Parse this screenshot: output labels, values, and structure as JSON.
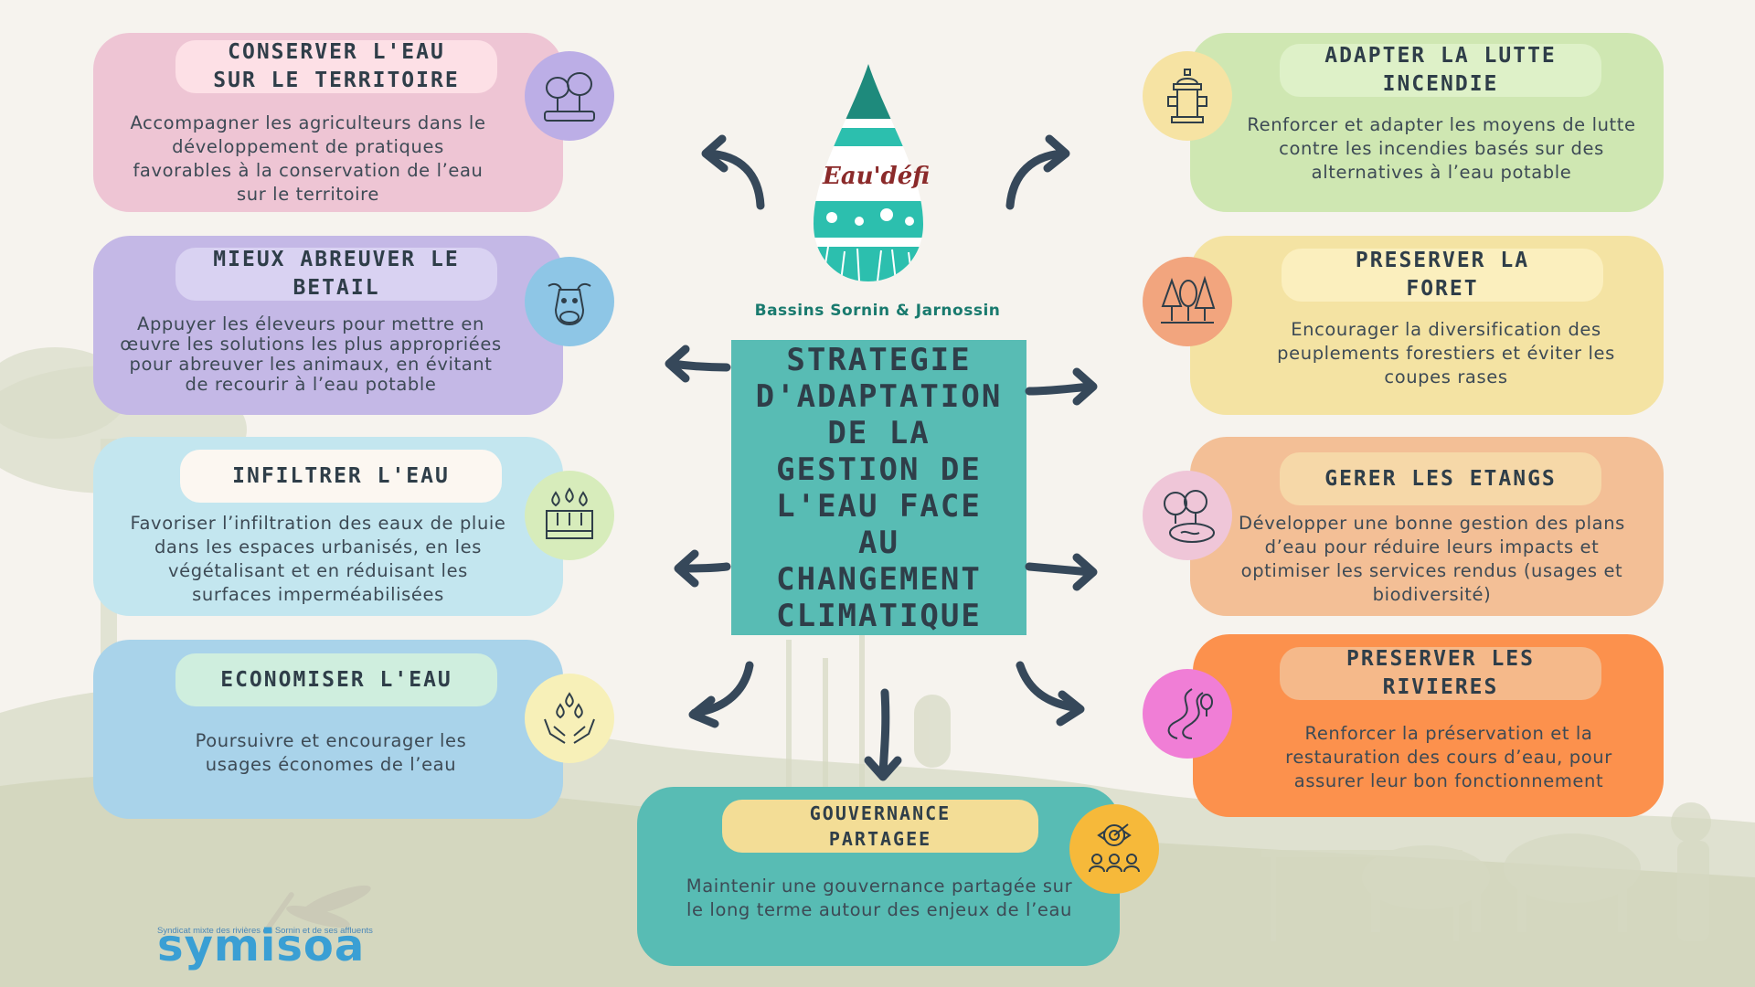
{
  "header": {
    "brand_name": "Eau'défi",
    "basins_label": "Bassins Sornin & Jarnossin"
  },
  "center": {
    "title": "STRATEGIE D'ADAPTATION DE LA GESTION DE L'EAU FACE AU CHANGEMENT CLIMATIQUE"
  },
  "cards": {
    "conserver": {
      "title": "CONSERVER L'EAU\nSUR LE TERRITOIRE",
      "text": "Accompagner les agriculteurs dans le développement de pratiques favorables à la conservation de l’eau sur le territoire",
      "icon": "trees-field-icon"
    },
    "abreuver": {
      "title": "MIEUX ABREUVER LE\nBETAIL",
      "text": "Appuyer les éleveurs pour mettre en œuvre les solutions les plus appropriées pour abreuver les animaux, en évitant de recourir à l’eau potable",
      "icon": "cow-icon"
    },
    "infiltrer": {
      "title": "INFILTRER L'EAU",
      "text": "Favoriser l’infiltration des eaux de pluie dans les espaces urbanisés, en les végétalisant et en réduisant les surfaces imperméabilisées",
      "icon": "water-infiltration-icon"
    },
    "economiser": {
      "title": "ECONOMISER L'EAU",
      "text": "Poursuivre et encourager les usages économes de l’eau",
      "icon": "hands-water-drops-icon"
    },
    "incendie": {
      "title": "ADAPTER LA LUTTE\nINCENDIE",
      "text": "Renforcer et adapter les moyens de lutte contre les incendies basés sur des alternatives à l’eau potable",
      "icon": "fire-hydrant-icon"
    },
    "foret": {
      "title": "PRESERVER LA\nFORET",
      "text": "Encourager la diversification des peuplements forestiers et éviter les coupes rases",
      "icon": "forest-icon"
    },
    "etangs": {
      "title": "GERER LES ETANGS",
      "text": "Développer une bonne gestion des plans d’eau pour réduire leurs impacts et optimiser les services rendus (usages et biodiversité)",
      "icon": "pond-icon"
    },
    "rivieres": {
      "title": "PRESERVER LES\nRIVIERES",
      "text": "Renforcer la préservation et la restauration des cours d’eau, pour assurer leur bon fonctionnement",
      "icon": "river-icon"
    },
    "gouvernance": {
      "title": "GOUVERNANCE\nPARTAGEE",
      "text": "Maintenir une gouvernance partagée sur le long terme autour des enjeux de l’eau",
      "icon": "shared-governance-icon"
    }
  },
  "footer": {
    "org_tagline": "Syndicat mixte des rivières du Sornin et de ses affluents",
    "org_name": "symisoa"
  },
  "colors": {
    "conserver": "#eec5d4",
    "abreuver": "#c4b8e6",
    "infiltrer": "#c3e6ef",
    "economiser": "#a9d3ea",
    "incendie": "#cfe7b2",
    "foret": "#f4e3a3",
    "etangs": "#f3bf96",
    "rivieres": "#fc914d",
    "gouvernance": "#58bcb4",
    "center": "#58bcb4",
    "arrow": "#36485a"
  }
}
